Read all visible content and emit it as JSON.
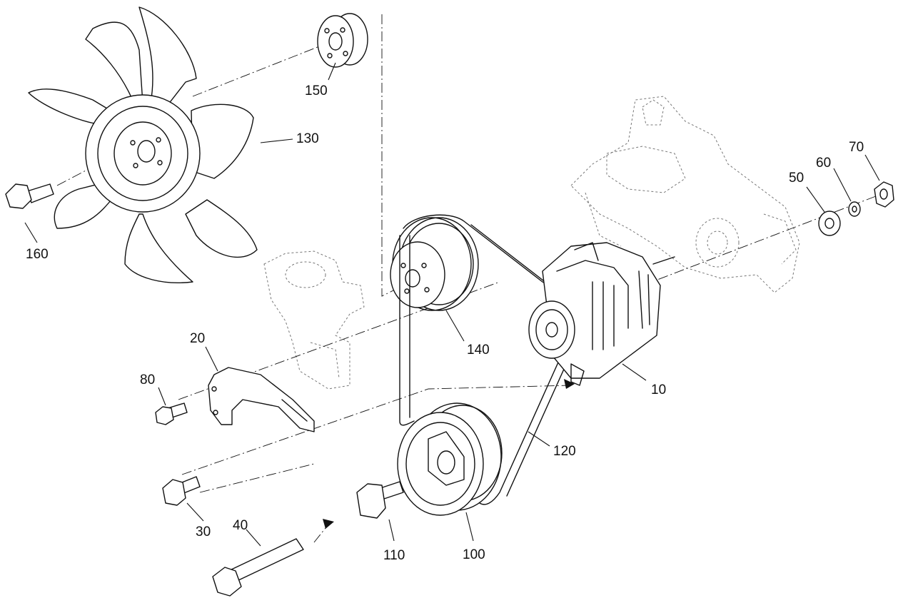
{
  "labels": {
    "p10": "10",
    "p20": "20",
    "p30": "30",
    "p40": "40",
    "p50": "50",
    "p60": "60",
    "p70": "70",
    "p80": "80",
    "p100": "100",
    "p110": "110",
    "p120": "120",
    "p130": "130",
    "p140": "140",
    "p150": "150",
    "p160": "160"
  },
  "colors": {
    "line": "#111111",
    "ghost": "#777777",
    "background": "#ffffff"
  },
  "parts": [
    {
      "callout": "10",
      "name": "alternator-icon"
    },
    {
      "callout": "20",
      "name": "adjusting-bracket-icon"
    },
    {
      "callout": "30",
      "name": "bolt-icon"
    },
    {
      "callout": "40",
      "name": "long-bolt-icon"
    },
    {
      "callout": "50",
      "name": "washer-icon"
    },
    {
      "callout": "60",
      "name": "spring-washer-icon"
    },
    {
      "callout": "70",
      "name": "nut-icon"
    },
    {
      "callout": "80",
      "name": "bolt-icon"
    },
    {
      "callout": "100",
      "name": "crank-pulley-icon"
    },
    {
      "callout": "110",
      "name": "bolt-icon"
    },
    {
      "callout": "120",
      "name": "v-belt-icon"
    },
    {
      "callout": "130",
      "name": "fan-icon"
    },
    {
      "callout": "140",
      "name": "water-pump-pulley-icon"
    },
    {
      "callout": "150",
      "name": "spacer-icon"
    },
    {
      "callout": "160",
      "name": "bolt-icon"
    }
  ]
}
